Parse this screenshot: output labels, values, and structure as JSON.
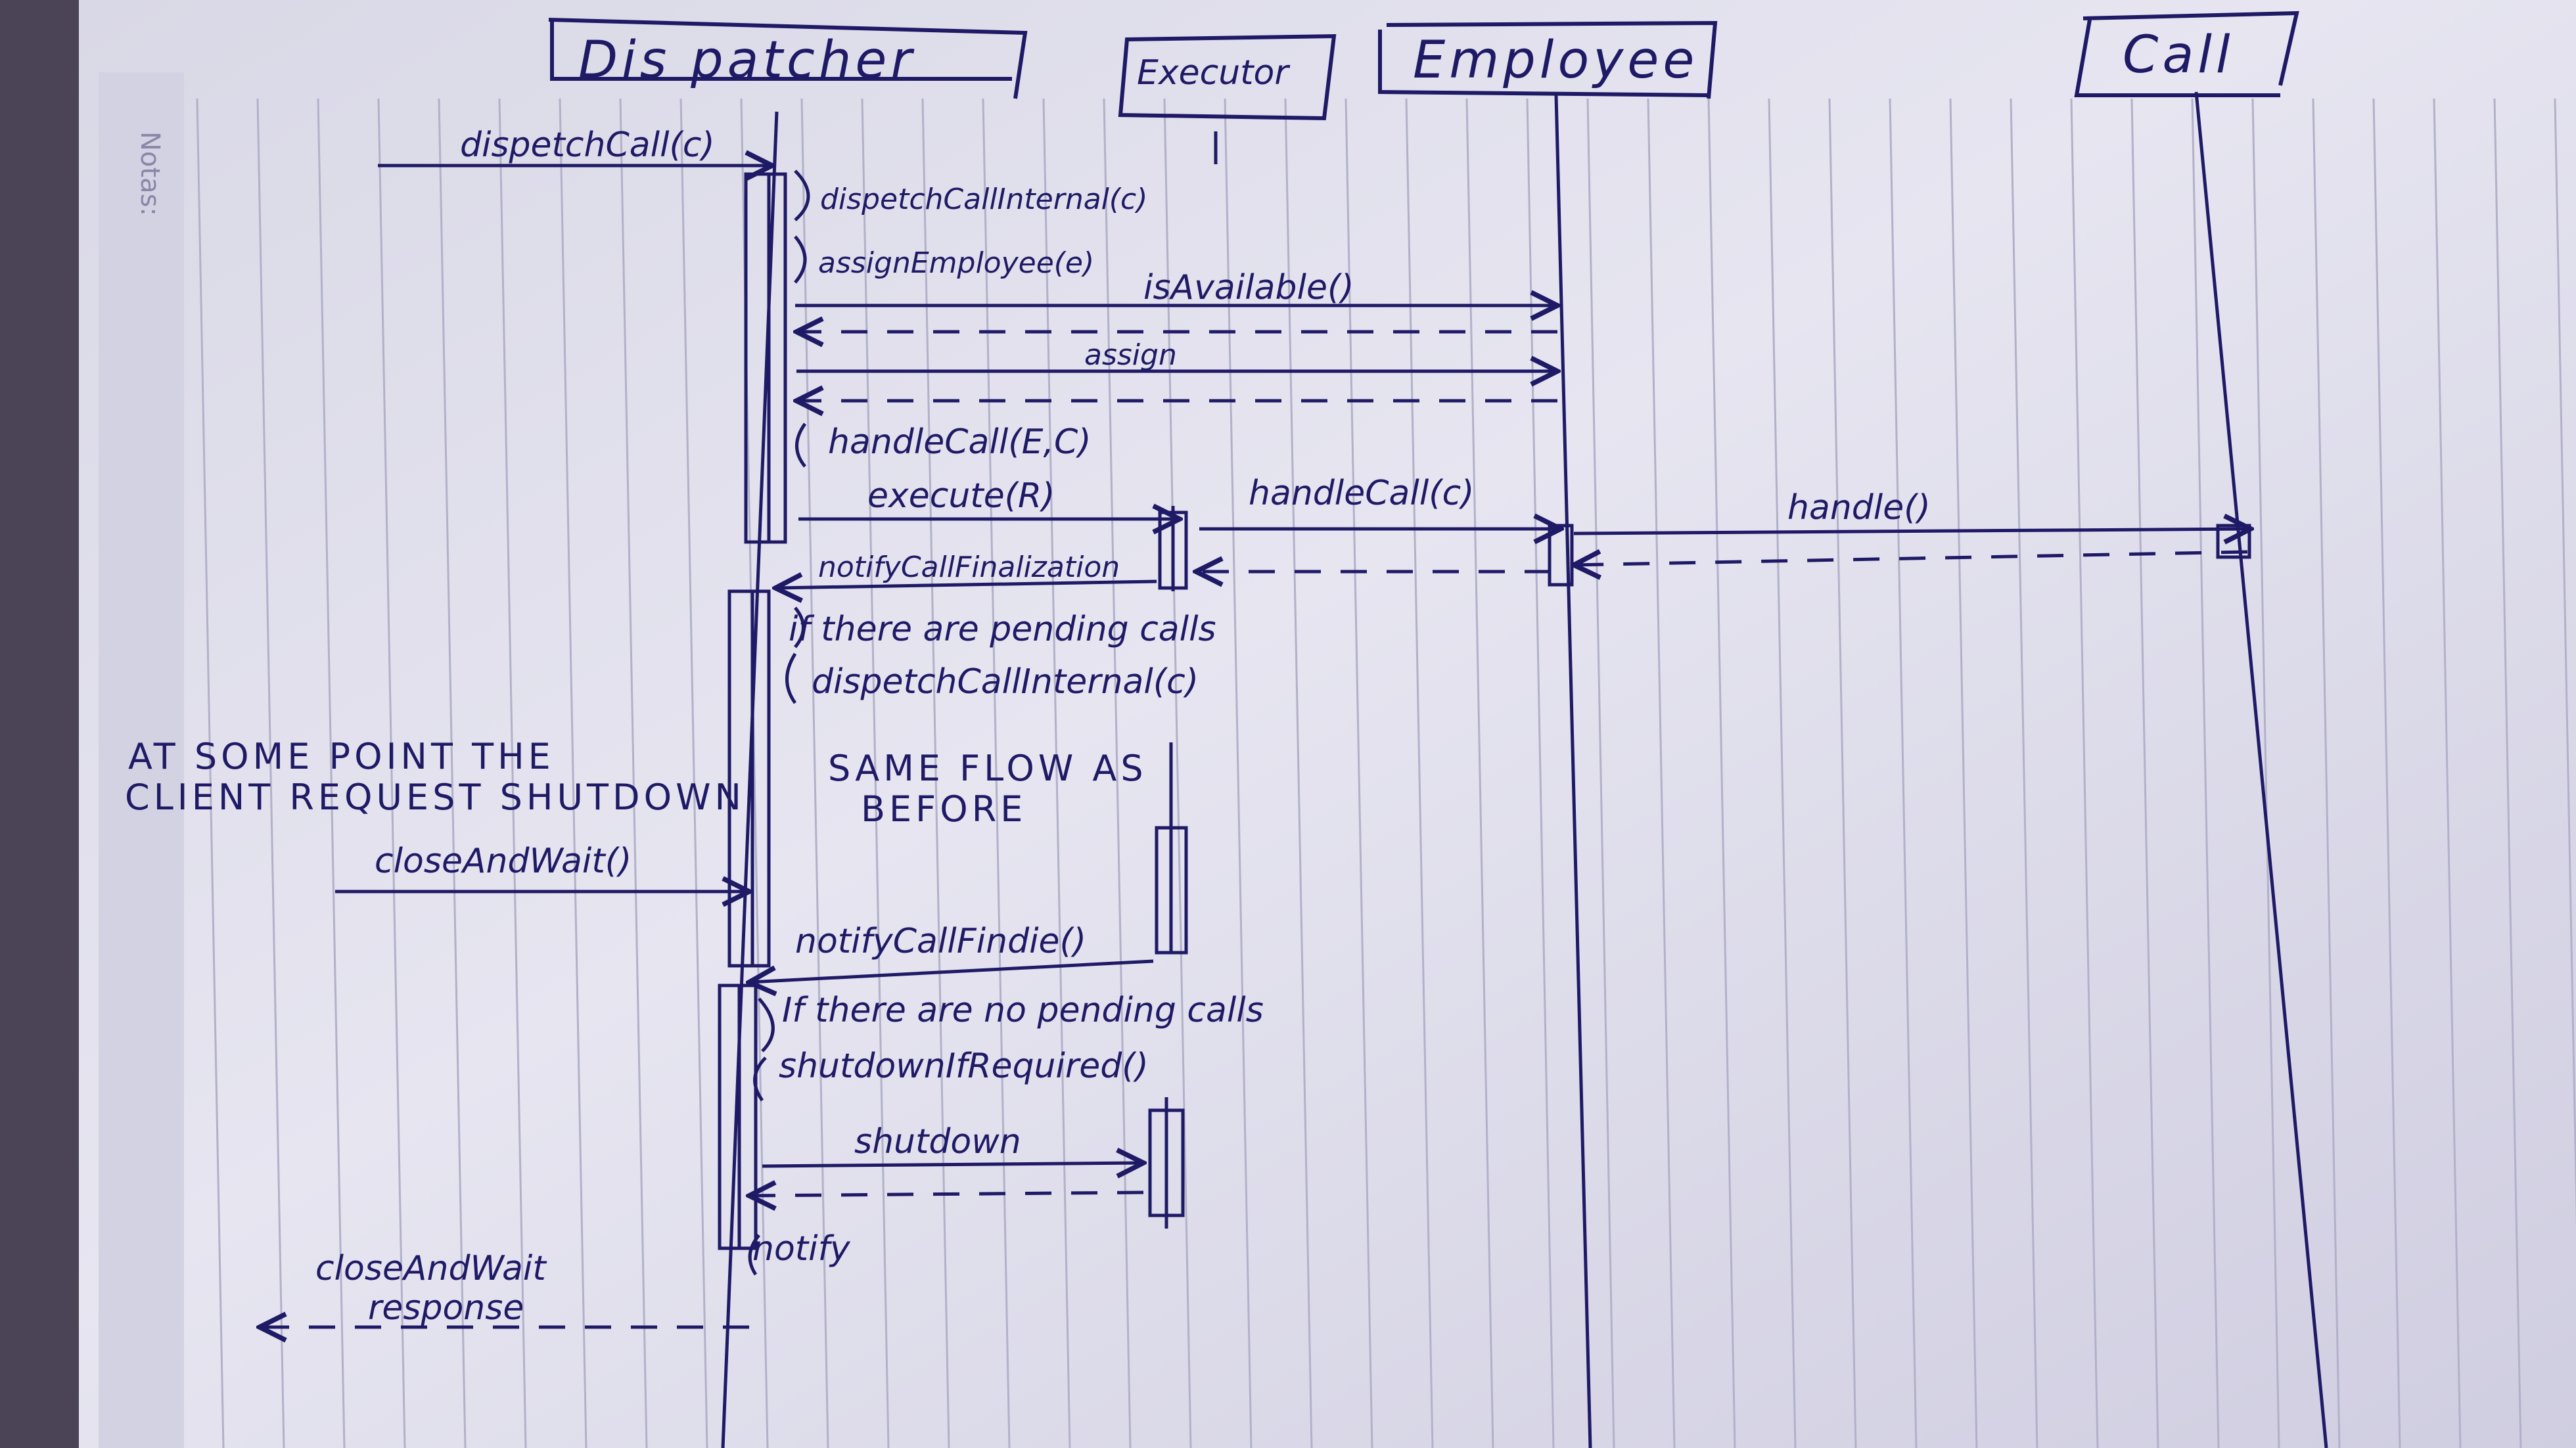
{
  "page": {
    "margin_note": "Notas:"
  },
  "participants": [
    {
      "id": "dispatcher",
      "label": "Dis patcher"
    },
    {
      "id": "executor",
      "label": "Executor"
    },
    {
      "id": "employee",
      "label": "Employee"
    },
    {
      "id": "call",
      "label": "Call"
    }
  ],
  "messages": {
    "m1": "dispetchCall(c)",
    "m2": "dispetchCallInternal(c)",
    "m3": "assignEmployee(e)",
    "m4": "isAvailable()",
    "m5": "assign",
    "m6": "handleCall(E,C)",
    "m7": "execute(R)",
    "m8": "handleCall(c)",
    "m9": "handle()",
    "m10": "notifyCallFinalization",
    "m11": "if there are pending calls",
    "m12": "dispetchCallInternal(c)",
    "m13": "closeAndWait()",
    "m14": "notifyCallFindie()",
    "m15": "If there are no pending calls",
    "m16": "shutdownIfRequired()",
    "m17": "shutdown",
    "m18": "notify",
    "m19": "closeAndWait",
    "m20": "response"
  },
  "notes": {
    "same_flow_1": "SAME FLOW AS",
    "same_flow_2": "BEFORE",
    "client_1": "AT SOME POINT THE",
    "client_2": "CLIENT REQUEST SHUTDOWN"
  },
  "colors": {
    "ink": "#1f1a66",
    "paper": "#e4e3ef",
    "rule": "#b2b1c9",
    "background": "#4a4456"
  }
}
